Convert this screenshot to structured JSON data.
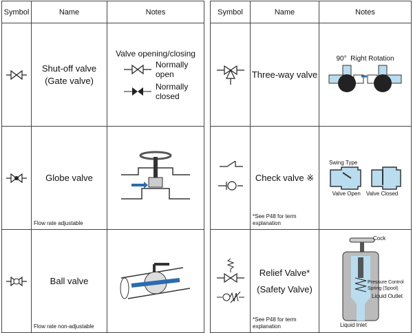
{
  "headers": {
    "symbol": "Symbol",
    "name": "Name",
    "notes": "Notes"
  },
  "left": [
    {
      "name": "Shut-off valve",
      "name2": "(Gate valve)",
      "notes": {
        "title": "Valve opening/closing",
        "open": "Normally open",
        "closed": "Normally closed"
      }
    },
    {
      "name": "Globe valve",
      "sub": "Flow rate adjustable"
    },
    {
      "name": "Ball valve",
      "sub": "Flow rate non-adjustable"
    }
  ],
  "right": [
    {
      "name": "Three-way valve",
      "notes": {
        "angle": "90°",
        "rotation": "Right Rotation"
      }
    },
    {
      "name": "Check valve ※",
      "sub": "*See P48 for term explanation",
      "notes": {
        "type": "Swing Type",
        "open": "Valve Open",
        "closed": "Valve Closed"
      }
    },
    {
      "name": "Relief Valve*",
      "name2": "(Safety Valve)",
      "sub": "*See P48 for term explanation",
      "notes": {
        "cock": "Cock",
        "spring": "Pressure Control Spring (Spool)",
        "outlet": "Liquid Outlet",
        "inlet": "Liquid Inlet"
      }
    }
  ]
}
